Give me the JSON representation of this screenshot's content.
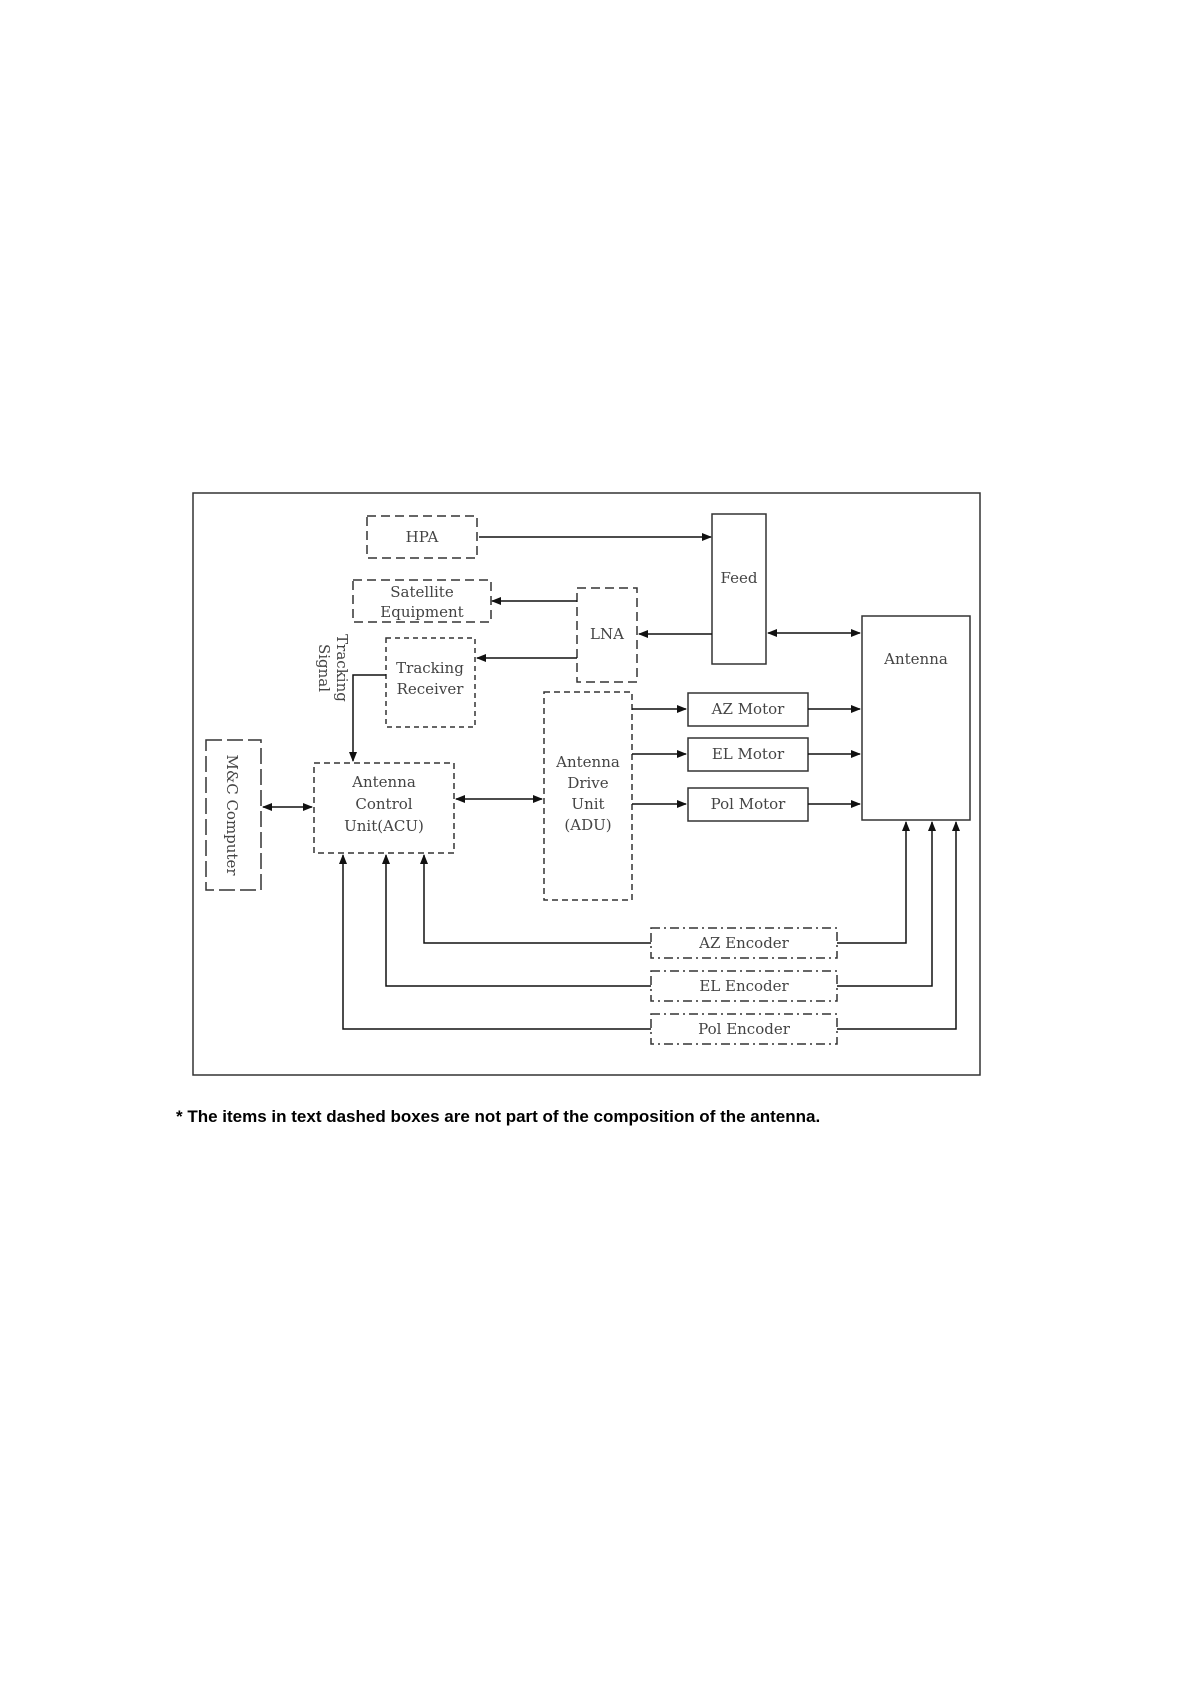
{
  "blocks": {
    "hpa": "HPA",
    "satellite_equipment": [
      "Satellite",
      "Equipment"
    ],
    "lna": "LNA",
    "feed": "Feed",
    "tracking_receiver": [
      "Tracking",
      "Receiver"
    ],
    "tracking_signal": [
      "Tracking",
      "Signal"
    ],
    "mc_computer": "M&C Computer",
    "acu": [
      "Antenna",
      "Control",
      "Unit(ACU)"
    ],
    "adu": [
      "Antenna",
      "Drive",
      "Unit",
      "(ADU)"
    ],
    "az_motor": "AZ Motor",
    "el_motor": "EL Motor",
    "pol_motor": "Pol Motor",
    "antenna": "Antenna",
    "az_encoder": "AZ Encoder",
    "el_encoder": "EL Encoder",
    "pol_encoder": "Pol Encoder"
  },
  "footnote": "* The items in text dashed boxes are not part of the composition of the antenna.",
  "colors": {
    "stroke": "#222222",
    "text": "#444444",
    "background": "#ffffff"
  }
}
